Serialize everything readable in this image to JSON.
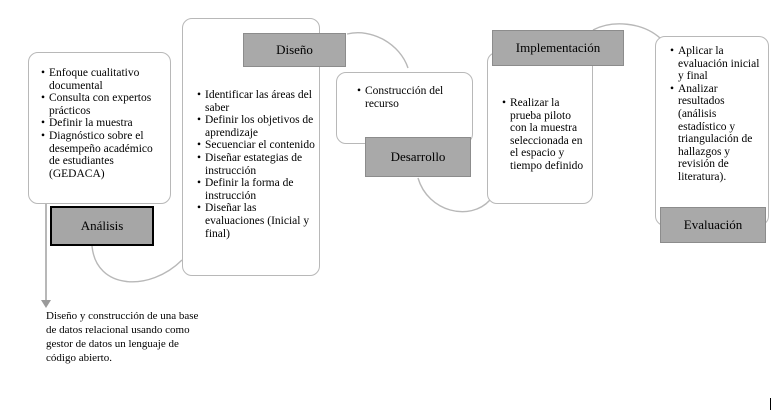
{
  "phases": {
    "analisis": {
      "label": "Análisis",
      "items": [
        "Enfoque cualitativo documental",
        "Consulta con expertos prácticos",
        "Definir la muestra",
        "Diagnóstico sobre el desempeño académico de estudiantes (GEDACA)"
      ]
    },
    "diseno": {
      "label": "Diseño",
      "items": [
        "Identificar las áreas del saber",
        "Definir los objetivos de aprendizaje",
        "Secuenciar el contenido",
        "Diseñar estategias de instrucción",
        "Definir la forma de instrucción",
        "Diseñar las evaluaciones (Inicial y final)"
      ]
    },
    "desarrollo": {
      "label": "Desarrollo",
      "items": [
        "Construcción del recurso"
      ]
    },
    "implementacion": {
      "label": "Implementación",
      "items": [
        "Realizar la prueba piloto con la muestra seleccionada en el espacio y tiempo definido"
      ]
    },
    "evaluacion": {
      "label": "Evaluación",
      "items": [
        "Aplicar la evaluación inicial y final",
        "Analizar resultados (análisis estadístico y triangulación de hallazgos y revisión de literatura)."
      ]
    }
  },
  "note": "Diseño y construcción de una base de datos relacional usando como gestor de datos un lenguaje de código abierto.",
  "colors": {
    "phase_fill": "#a9a9a9",
    "border": "#b8b8b8",
    "arrow": "#9a9a9a"
  }
}
